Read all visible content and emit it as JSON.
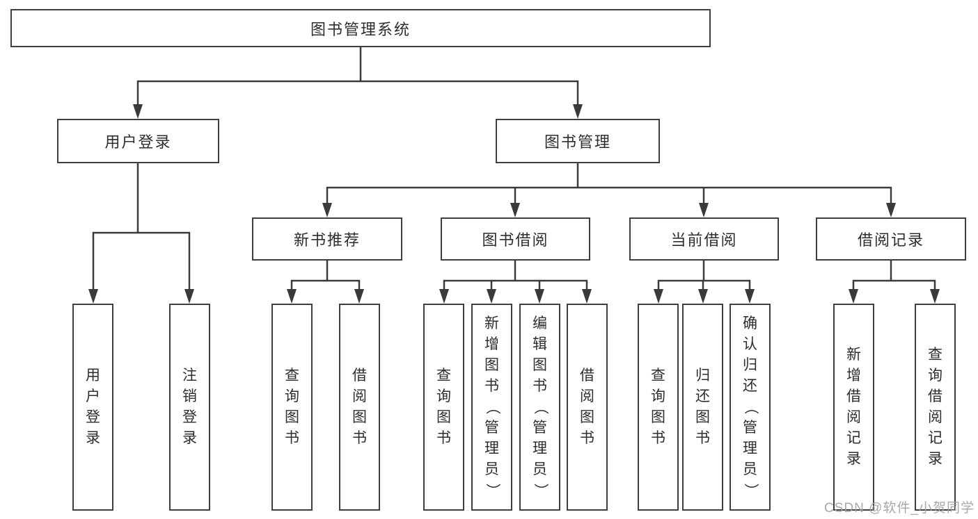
{
  "title": "图书管理系统",
  "tree": {
    "root": {
      "label": "图书管理系统"
    },
    "branches": [
      {
        "label": "用户登录",
        "children": [
          "用户登录",
          "注销登录"
        ]
      },
      {
        "label": "图书管理",
        "children": [
          {
            "label": "新书推荐",
            "children": [
              "查询图书",
              "借阅图书"
            ]
          },
          {
            "label": "图书借阅",
            "children": [
              "查询图书",
              "新增图书（管理员）",
              "编辑图书（管理员）",
              "借阅图书"
            ]
          },
          {
            "label": "当前借阅",
            "children": [
              "查询图书",
              "归还图书",
              "确认归还（管理员）"
            ]
          },
          {
            "label": "借阅记录",
            "children": [
              "新增借阅记录",
              "查询借阅记录"
            ]
          }
        ]
      }
    ]
  },
  "watermark": {
    "text": "CSDN @软件_小贺同学"
  },
  "colors": {
    "border": "#3f3f3f",
    "line": "#3a3a3a",
    "text": "#2d2d2d",
    "watermark_color": "#a0a1a5",
    "background": "#ffffff"
  }
}
